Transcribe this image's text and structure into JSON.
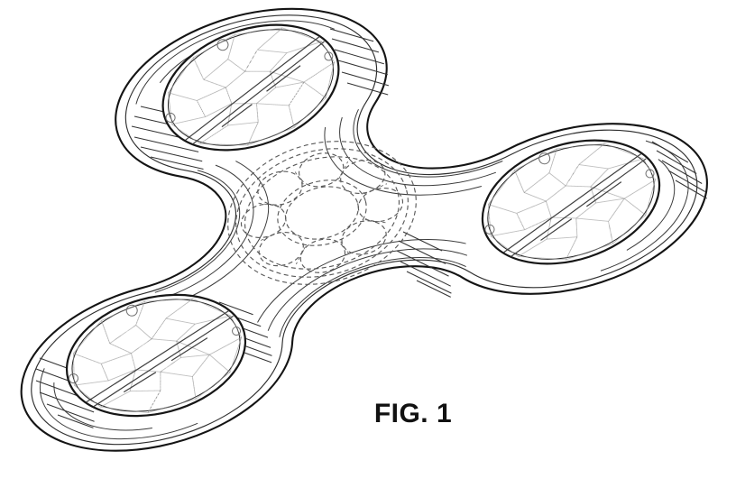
{
  "figure": {
    "label": "FIG. 1"
  },
  "drawing": {
    "type": "patent line drawing",
    "subject": "tri-lobe fidget spinner, perspective view",
    "parts": [
      "spinner body",
      "center ball bearing (hidden, dashed lines)",
      "faceted lobe bearing top",
      "faceted lobe bearing right",
      "faceted lobe bearing bottom-left"
    ],
    "colors": {
      "background": "#ffffff",
      "line": "#141414",
      "facet_line": "#8f8f8f",
      "hidden_line": "#5a5a5a"
    }
  }
}
